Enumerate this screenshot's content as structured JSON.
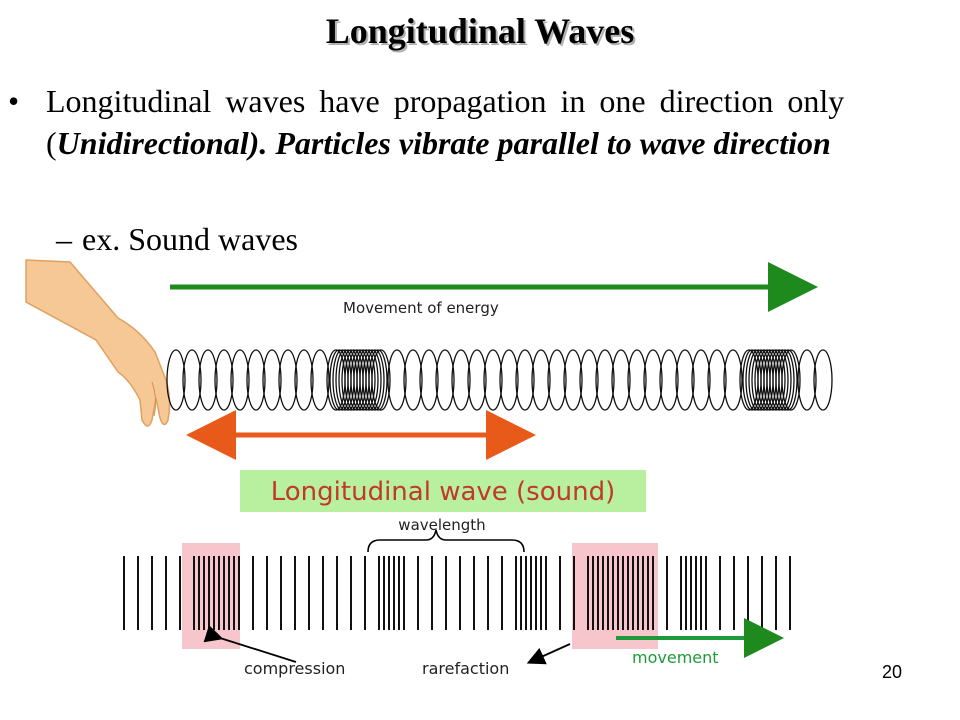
{
  "slide": {
    "title": "Longitudinal Waves",
    "bullet_marker": "•",
    "bullet_plain": "Longitudinal waves have propagation in one direction only (",
    "bullet_emphasis": "Unidirectional). Particles vibrate parallel to wave direction",
    "sub_marker": "–",
    "sub_text": "ex. Sound waves",
    "page_number": "20"
  },
  "figure": {
    "energy_label": "Movement of energy",
    "wave_label": "Longitudinal wave (sound)",
    "wavelength_label": "wavelength",
    "compression_label": "compression",
    "rarefaction_label": "rarefaction",
    "movement_label": "movement",
    "colors": {
      "energy_arrow": "#1e8a1e",
      "hand_arrow": "#e85a1a",
      "label_box": "#b8f0a0",
      "label_text": "#c0392b",
      "compression_box": "#f7c6cc",
      "movement_arrow": "#1e9a3a",
      "skin": "#f5c896"
    }
  }
}
